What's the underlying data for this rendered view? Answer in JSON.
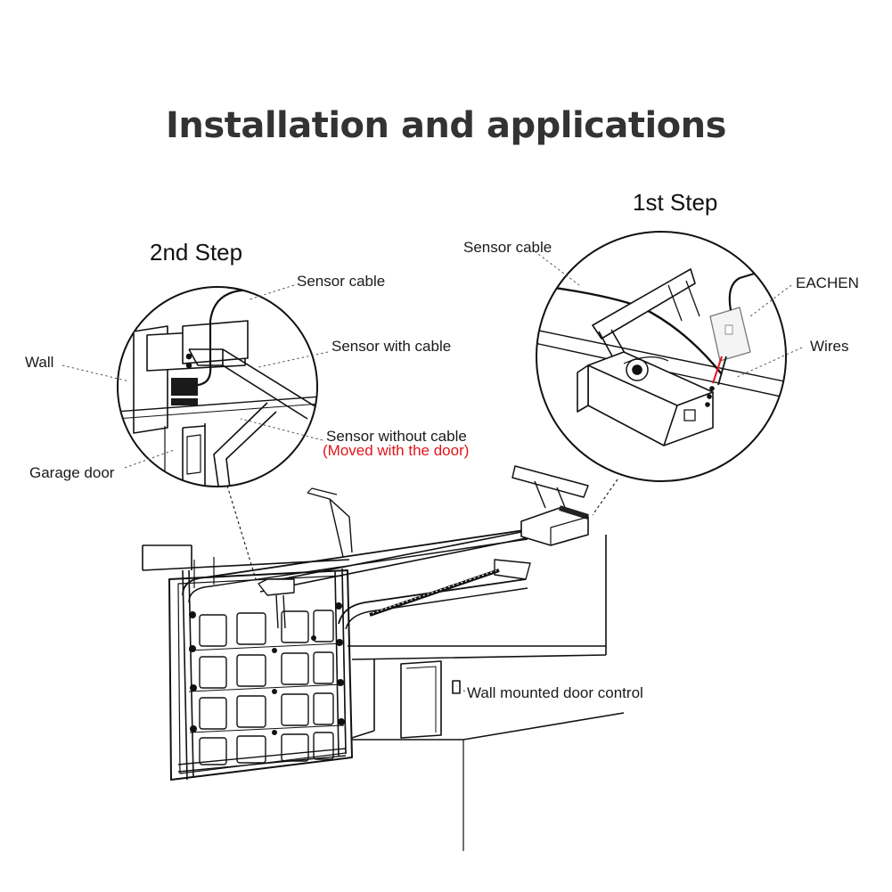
{
  "title": "Installation and applications",
  "steps": {
    "first": "1st Step",
    "second": "2nd Step"
  },
  "labels": {
    "left_sensor_cable": "Sensor cable",
    "sensor_with_cable": "Sensor with cable",
    "wall": "Wall",
    "sensor_without_cable": "Sensor without cable",
    "moved_with_door": "(Moved with the door)",
    "garage_door": "Garage door",
    "right_sensor_cable": "Sensor cable",
    "eachen": "EACHEN",
    "wires": "Wires",
    "wall_control": "Wall mounted door control"
  },
  "colors": {
    "line": "#111111",
    "highlight": "#e0151b"
  }
}
